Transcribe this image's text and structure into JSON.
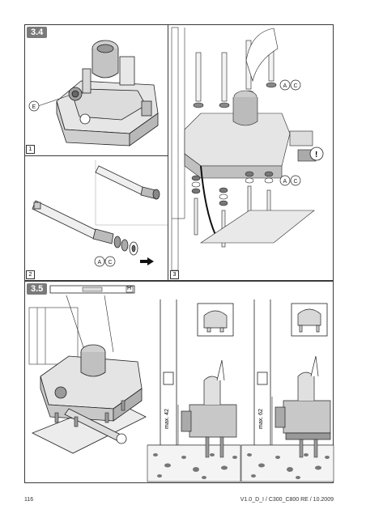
{
  "section_a": {
    "tag": "3.4"
  },
  "section_b": {
    "tag": "3.5"
  },
  "panels": {
    "p1": {
      "num": "1",
      "label_e": "E"
    },
    "p2": {
      "num": "2",
      "label_a": "A",
      "label_c": "C"
    },
    "p3": {
      "num": "3",
      "label_a": "A",
      "label_c": "C",
      "label_a2": "A",
      "label_c2": "C"
    }
  },
  "level_label": "H",
  "measures": {
    "left": "max. 42",
    "right": "max. 62"
  },
  "footer": {
    "page": "116",
    "doc": "V1.0_D_I / C300_C800  RE / 10.2009"
  },
  "icons": [
    "motor-unit-icon",
    "warning-icon",
    "level-icon"
  ]
}
